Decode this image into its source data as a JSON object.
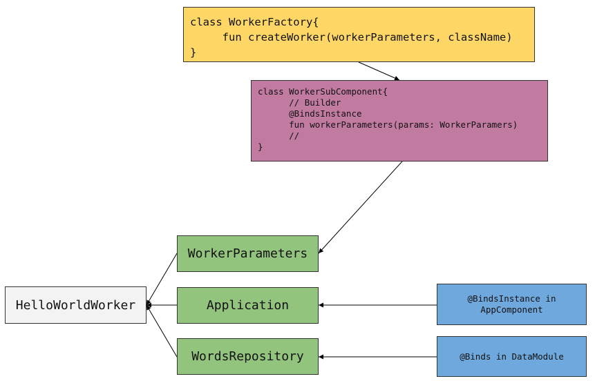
{
  "factory_box": {
    "lines": [
      "class WorkerFactory{",
      "     fun createWorker(workerParameters, className)",
      "}"
    ]
  },
  "subcomponent_box": {
    "lines": [
      "class WorkerSubComponent{",
      "      // Builder",
      "      @BindsInstance",
      "      fun workerParameters(params: WorkerParamers)",
      "      //",
      "}"
    ]
  },
  "nodes": {
    "worker_parameters": "WorkerParameters",
    "application": "Application",
    "words_repository": "WordsRepository",
    "hello_world_worker": "HelloWorldWorker"
  },
  "sources": {
    "app_component": "@BindsInstance in\nAppComponent",
    "data_module": "@Binds in DataModule"
  },
  "colors": {
    "factory": "#fed766",
    "subcomponent": "#c27ba0",
    "dependency": "#93c47d",
    "worker": "#f3f3f3",
    "source": "#6fa8dc"
  }
}
